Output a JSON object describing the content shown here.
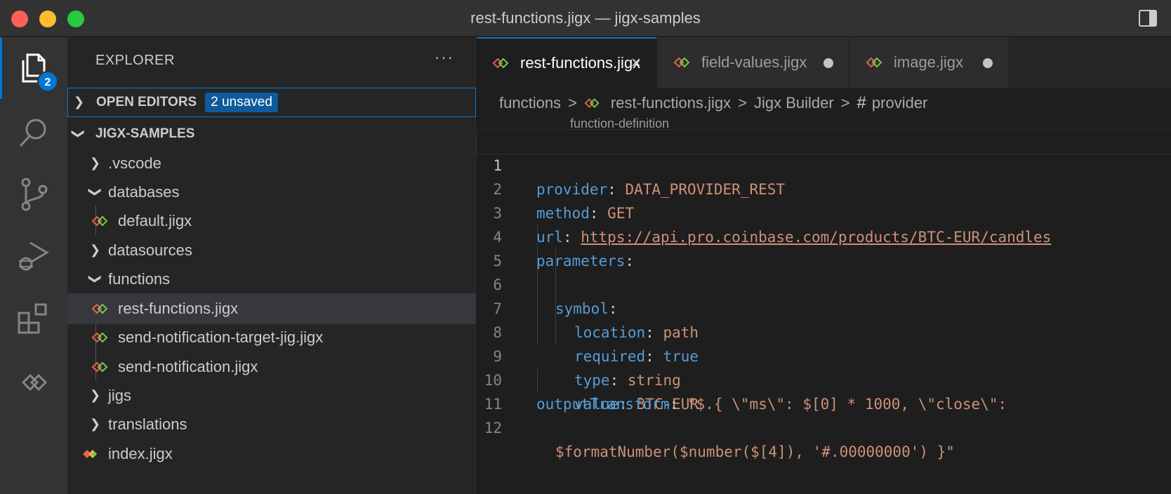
{
  "window": {
    "title": "rest-functions.jigx — jigx-samples"
  },
  "activity_bar": {
    "explorer_badge": "2",
    "items": [
      "files-icon",
      "search-icon",
      "source-control-icon",
      "run-debug-icon",
      "extensions-icon",
      "jigx-icon"
    ]
  },
  "sidebar": {
    "header": "EXPLORER",
    "more": "···",
    "open_editors": {
      "title": "OPEN EDITORS",
      "badge": "2 unsaved"
    },
    "workspace": "JIGX-SAMPLES",
    "tree": [
      {
        "label": ".vscode",
        "type": "folder",
        "expanded": false
      },
      {
        "label": "databases",
        "type": "folder",
        "expanded": true
      },
      {
        "label": "default.jigx",
        "type": "file"
      },
      {
        "label": "datasources",
        "type": "folder",
        "expanded": false
      },
      {
        "label": "functions",
        "type": "folder",
        "expanded": true
      },
      {
        "label": "rest-functions.jigx",
        "type": "file",
        "selected": true
      },
      {
        "label": "send-notification-target-jig.jigx",
        "type": "file"
      },
      {
        "label": "send-notification.jigx",
        "type": "file"
      },
      {
        "label": "jigs",
        "type": "folder",
        "expanded": false
      },
      {
        "label": "translations",
        "type": "folder",
        "expanded": false
      },
      {
        "label": "index.jigx",
        "type": "file"
      }
    ]
  },
  "tabs": [
    {
      "label": "rest-functions.jigx",
      "active": true,
      "dirty": false,
      "close": "×"
    },
    {
      "label": "field-values.jigx",
      "active": false,
      "dirty": true
    },
    {
      "label": "image.jigx",
      "active": false,
      "dirty": true
    }
  ],
  "breadcrumb": {
    "folder": "functions",
    "file": "rest-functions.jigx",
    "section": "Jigx Builder",
    "hash": "#",
    "symbol": "provider",
    "sep": ">"
  },
  "codelens": "function-definition",
  "code": {
    "line_numbers": [
      "1",
      "2",
      "3",
      "4",
      "5",
      "6",
      "7",
      "8",
      "9",
      "10",
      "11",
      "12"
    ],
    "l1_key": "provider",
    "l1_val": "DATA_PROVIDER_REST",
    "l2_key": "method",
    "l2_val": "GET",
    "l3_key": "url",
    "l3_val": "https://api.pro.coinbase.com/products/BTC-EUR/candles",
    "l4_key": "parameters",
    "l5_key": "symbol",
    "l6_key": "location",
    "l6_val": "path",
    "l7_key": "required",
    "l7_val": "true",
    "l8_key": "type",
    "l8_val": "string",
    "l9_key": "value",
    "l9_val": "BTC-EUR",
    "l10_key": "outputTransform",
    "l10_val": "\"$.{ \\\"ms\\\": $[0] * 1000, \\\"close\\\":",
    "l11_val": "$formatNumber($number($[4]), '#.00000000') }\"",
    "colon": ":"
  },
  "colors": {
    "accent": "#0078d4",
    "key": "#569cd6",
    "string": "#ce9178"
  }
}
